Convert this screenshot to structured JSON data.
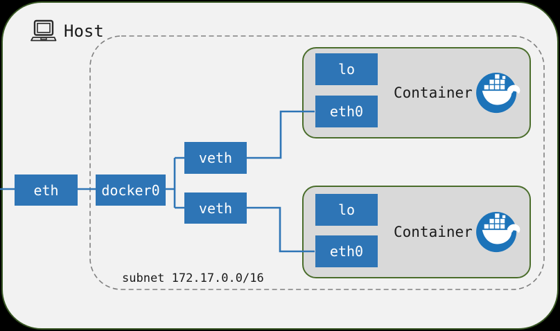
{
  "host": {
    "label": "Host",
    "icon": "laptop-icon"
  },
  "subnet_label": "subnet 172.17.0.0/16",
  "nodes": {
    "eth": {
      "label": "eth"
    },
    "docker0": {
      "label": "docker0"
    },
    "veth_top": {
      "label": "veth"
    },
    "veth_bottom": {
      "label": "veth"
    }
  },
  "containers": [
    {
      "label": "Container",
      "lo_label": "lo",
      "eth0_label": "eth0",
      "icon": "docker-logo"
    },
    {
      "label": "Container",
      "lo_label": "lo",
      "eth0_label": "eth0",
      "icon": "docker-logo"
    }
  ],
  "colors": {
    "outside_bg": "#000000",
    "host_bg": "#f2f2f2",
    "host_border": "#375623",
    "container_bg": "#d9d9d9",
    "container_border": "#4a6d2b",
    "node_blue": "#2e75b6",
    "line_blue": "#2e75b6",
    "dashed_gray": "#7f7f7f",
    "docker_blue": "#1c73b9",
    "text_dark": "#1a1a1a"
  }
}
